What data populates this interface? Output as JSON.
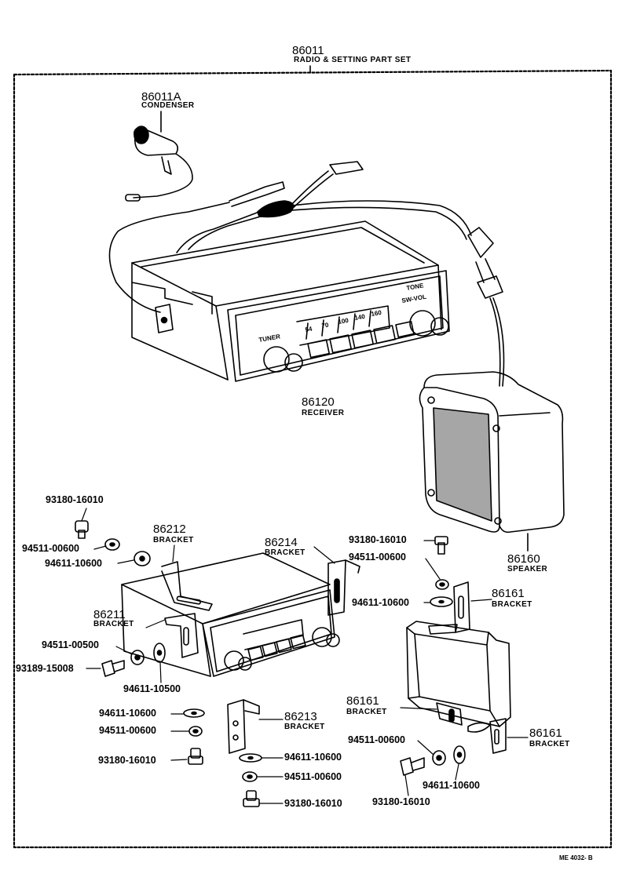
{
  "header": {
    "part_no": "86011",
    "part_name": "RADIO & SETTING  PART SET"
  },
  "receiver_markings": {
    "tuner": "TUNER",
    "tone": "TONE",
    "sw_vol": "SW-VOL",
    "dial": [
      "54",
      "70",
      "100",
      "140",
      "160"
    ]
  },
  "parts": {
    "condenser": {
      "no": "86011A",
      "name": "CONDENSER"
    },
    "receiver": {
      "no": "86120",
      "name": "RECEIVER"
    },
    "speaker": {
      "no": "86160",
      "name": "SPEAKER"
    },
    "bracket_86212": {
      "no": "86212",
      "name": "BRACKET"
    },
    "bracket_86214": {
      "no": "86214",
      "name": "BRACKET"
    },
    "bracket_86211": {
      "no": "86211",
      "name": "BRACKET"
    },
    "bracket_86213": {
      "no": "86213",
      "name": "BRACKET"
    },
    "bracket_86161_a": {
      "no": "86161",
      "name": "BRACKET"
    },
    "bracket_86161_b": {
      "no": "86161",
      "name": "BRACKET"
    },
    "bracket_86161_c": {
      "no": "86161",
      "name": "BRACKET"
    }
  },
  "fasteners": {
    "f1": "93180-16010",
    "f2": "94511-00600",
    "f3": "94611-10600",
    "f4": "94511-00500",
    "f5": "93189-15008",
    "f6": "94611-10500",
    "f7": "94611-10600",
    "f8": "94511-00600",
    "f9": "93180-16010",
    "f10": "93180-16010",
    "f11": "94511-00600",
    "f12": "94611-10600",
    "f13": "94611-10600",
    "f14": "94511-00600",
    "f15": "93180-16010",
    "f16": "94511-00600",
    "f17": "94611-10600",
    "f18": "93180-16010"
  },
  "footer": {
    "code": "ME 4032- B"
  }
}
